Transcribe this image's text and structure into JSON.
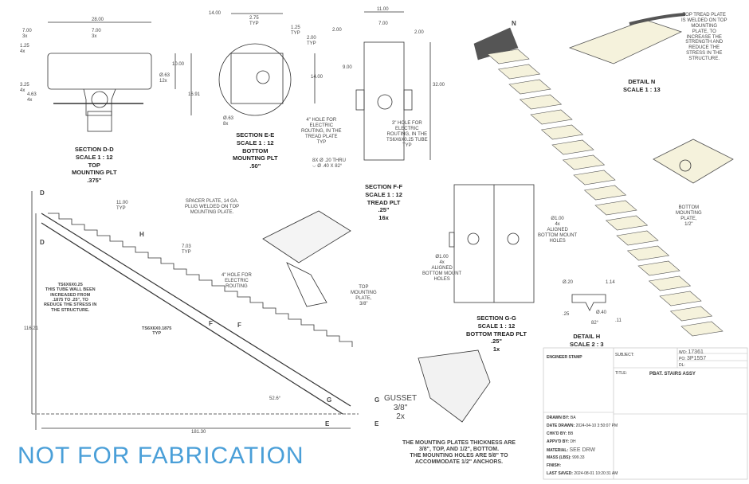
{
  "drawing": {
    "section_dd": {
      "caption": [
        "SECTION D-D",
        "SCALE 1 : 12",
        "TOP",
        "MOUNTING PLT",
        ".375\""
      ],
      "dims": [
        "28.00",
        "7.00\n3x",
        "7.00\n3x",
        "1.25\n4x",
        "3.25\n4x",
        "4.63\n4x",
        "10.00",
        "16.91",
        "Ø.63\n12x"
      ]
    },
    "section_ee": {
      "caption": [
        "SECTION E-E",
        "SCALE 1 : 12",
        "BOTTOM",
        "MOUNTING PLT",
        ".50\""
      ],
      "dims": [
        "14.00",
        "2.75\nTYP",
        "1.25\nTYP",
        "2.00\nTYP",
        "14.00",
        "Ø.63\n8x"
      ]
    },
    "section_ff": {
      "caption": [
        "SECTION F-F",
        "SCALE 1 : 12",
        "TREAD PLT",
        ".25\"",
        "16x"
      ],
      "dims": [
        "11.00",
        "7.00",
        "2.00",
        "2.00",
        "9.00",
        "32.00"
      ],
      "notes": [
        "4\" HOLE FOR\nELECTRIC\nROUTING, IN THE\nTREAD PLATE\nTYP",
        "3\" HOLE FOR\nELECTRIC\nROUTING, IN THE\nTS6X6X0.25 TUBE\nTYP",
        "8X Ø .20 THRU\n⌵ Ø .40 X 82°"
      ]
    },
    "section_gg": {
      "caption": [
        "SECTION G-G",
        "SCALE 1 : 12",
        "BOTTOM TREAD PLT",
        ".25\"",
        "1x"
      ],
      "notes": [
        "Ø1.00\n4x\nALIGNED\nBOTTOM MOUNT\nHOLES",
        "Ø1.00\n4x\nALIGNED\nBOTTOM MOUNT\nHOLES"
      ]
    },
    "detail_n": {
      "caption": [
        "DETAIL N",
        "SCALE 1 : 13"
      ],
      "label": "N",
      "note": "TOP TREAD PLATE\nIS WELDED ON TOP\nMOUNTING\nPLATE, TO\nINCREASE THE\nSTRENGTH AND\nREDUCE THE\nSTRESS IN THE\nSTRUCTURE."
    },
    "detail_h": {
      "caption": [
        "DETAIL H",
        "SCALE 2 : 3"
      ],
      "dims": [
        "Ø.20",
        "1.14",
        "Ø.40",
        "82°",
        ".25",
        ".11"
      ]
    },
    "bottom_plate_note": "BOTTOM\nMOUNTING\nPLATE,\n1/2\"",
    "side_view": {
      "labels": [
        "D",
        "D",
        "H",
        "F",
        "F",
        "G",
        "G",
        "E",
        "E"
      ],
      "dims": [
        "11.00\nTYP",
        "7.03\nTYP",
        "116.21",
        "181.30",
        "52.6°"
      ],
      "notes": [
        "TS6X6X0.25\nTHIS TUBE WALL BEEN\nINCREASED FROM\n.1875 TO .25\", TO\nREDUCE THE STRESS IN\nTHE STRUCTURE.",
        "TS6X6X0.1875\nTYP"
      ]
    },
    "iso_notes": [
      "SPACER PLATE, 14 GA.\nPLUG WELDED ON TOP\nMOUNTING PLATE.",
      "4\" HOLE FOR\nELECTRIC\nROUTING",
      "TOP\nMOUNTING\nPLATE,\n3/8\""
    ],
    "gusset": "GUSSET\n3/8\"\n2x",
    "general_note": "THE MOUNTING PLATES THICKNESS ARE\n3/8\", TOP, AND 1/2\", BOTTOM.\nTHE MOUNTING HOLES ARE 5/8\" TO\nACCOMMODATE 1/2\" ANCHORS.",
    "watermark": "NOT FOR FABRICATION"
  },
  "title_block": {
    "engineer_stamp": "ENGINEER STAMP",
    "subject": "SUBJECT:",
    "wo_label": "WO:",
    "wo": "17361",
    "po_label": "PO:",
    "po": "3P1557",
    "dl": "DL:",
    "title_label": "TITLE:",
    "title": "PBAT. STAIRS ASSY",
    "rows": [
      {
        "k": "DRAWN BY:",
        "v": "BA"
      },
      {
        "k": "DATE DRAWN:",
        "v": "2024-04-10 3:50:07 PM"
      },
      {
        "k": "CHK'D BY:",
        "v": "BB"
      },
      {
        "k": "APPV'D BY:",
        "v": "DH"
      },
      {
        "k": "MATERIAL:",
        "v": "SEE DRW"
      },
      {
        "k": "MASS (LBS):",
        "v": "999.33"
      },
      {
        "k": "FINISH:",
        "v": ""
      },
      {
        "k": "LAST SAVED:",
        "v": "2024-08-01 10:20:31 AM"
      }
    ]
  }
}
